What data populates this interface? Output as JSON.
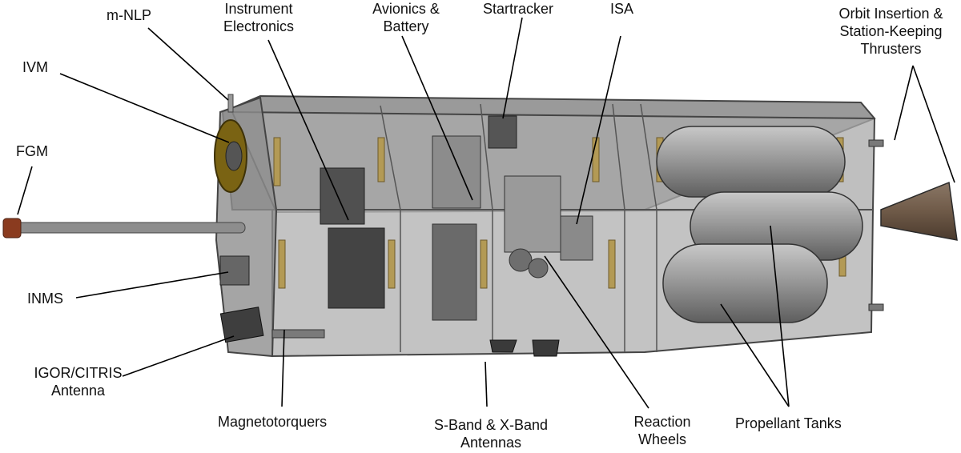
{
  "diagram": {
    "labels": {
      "m_nlp": "m-NLP",
      "instrument_electronics": "Instrument Electronics",
      "avionics_battery": "Avionics & Battery",
      "startracker": "Startracker",
      "isa": "ISA",
      "thrusters": "Orbit Insertion & Station-Keeping Thrusters",
      "ivm": "IVM",
      "fgm": "FGM",
      "inms": "INMS",
      "igor_citris": "IGOR/CITRIS Antenna",
      "magnetotorquers": "Magnetotorquers",
      "sband_xband": "S-Band & X-Band Antennas",
      "reaction_wheels": "Reaction Wheels",
      "propellant_tanks": "Propellant Tanks"
    }
  }
}
